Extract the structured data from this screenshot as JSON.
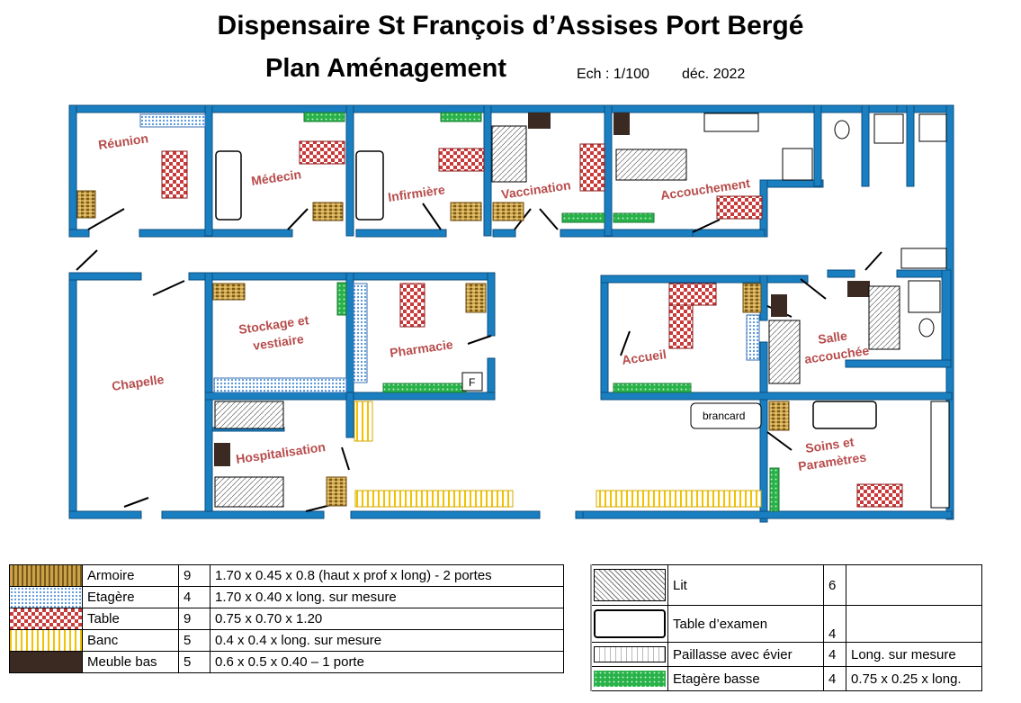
{
  "title": "Dispensaire St François d’Assises Port Bergé",
  "subtitle": "Plan Aménagement",
  "scale": "Ech : 1/100",
  "date": "déc. 2022",
  "rooms": {
    "reunion": "Réunion",
    "medecin": "Médecin",
    "infirmiere": "Infirmière",
    "vaccination": "Vaccination",
    "accouchement": "Accouchement",
    "chapelle": "Chapelle",
    "stockage1": "Stockage et",
    "stockage2": "vestiaire",
    "pharmacie": "Pharmacie",
    "accueil": "Accueil",
    "salle1": "Salle",
    "salle2": "accouchée",
    "hospitalisation": "Hospitalisation",
    "soins1": "Soins et",
    "soins2": "Paramètres"
  },
  "labels": {
    "fridge": "F",
    "brancard": "brancard"
  },
  "legend_left": [
    {
      "name": "Armoire",
      "qty": "9",
      "desc": "1.70 x 0.45 x 0.8 (haut x prof x long) - 2 portes",
      "pattern": "armoire"
    },
    {
      "name": "Etagère",
      "qty": "4",
      "desc": "1.70 x 0.40 x long. sur mesure",
      "pattern": "etagere"
    },
    {
      "name": "Table",
      "qty": "9",
      "desc": "0.75 x 0.70 x 1.20",
      "pattern": "table"
    },
    {
      "name": "Banc",
      "qty": "5",
      "desc": "0.4 x 0.4 x long. sur mesure",
      "pattern": "banc"
    },
    {
      "name": "Meuble bas",
      "qty": "5",
      "desc": "0.6 x 0.5 x 0.40 – 1 porte",
      "pattern": "meuble"
    }
  ],
  "legend_right": [
    {
      "name": "Lit",
      "qty": "6",
      "desc": ""
    },
    {
      "name": "Table d’examen",
      "qty": "4",
      "desc": ""
    },
    {
      "name": "Paillasse avec évier",
      "qty": "4",
      "desc": "Long. sur mesure"
    },
    {
      "name": "Etagère basse",
      "qty": "4",
      "desc": "0.75 x 0.25 x long."
    }
  ],
  "colors": {
    "wall": "#1a7fc1",
    "room_text": "#b84c4c",
    "armoire": "#b8902f",
    "table": "#c93a3a",
    "banc": "#f2c200",
    "meuble": "#3a2a22",
    "etagere_basse": "#2ab24a",
    "etagere": "#4d8fd8"
  }
}
